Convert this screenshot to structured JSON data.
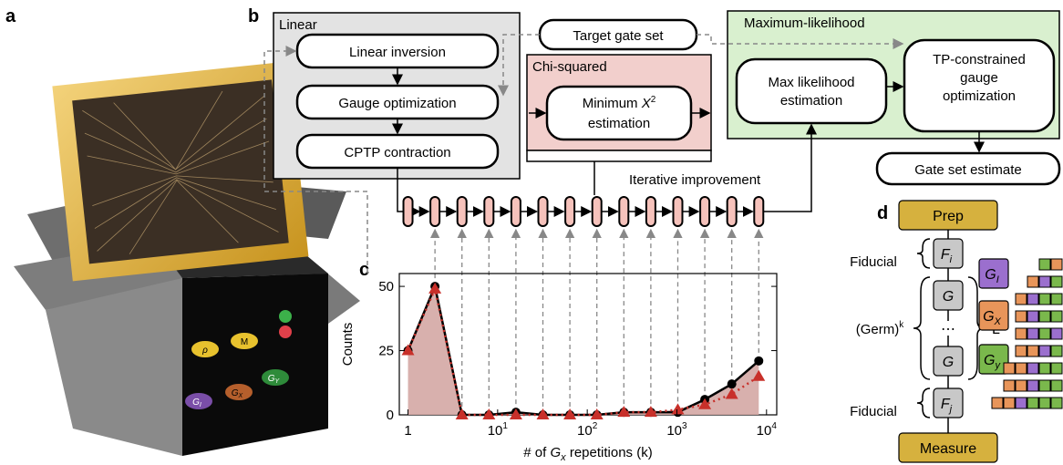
{
  "panel_labels": {
    "a": "a",
    "b": "b",
    "c": "c",
    "d": "d"
  },
  "box_labels": {
    "rho": "ρ",
    "m": "M",
    "gi": "G",
    "gi_sub": "I",
    "gx": "G",
    "gx_sub": "X",
    "gy": "G",
    "gy_sub": "Y"
  },
  "flowchart": {
    "linear_title": "Linear",
    "linear_inversion": "Linear inversion",
    "gauge_optimization": "Gauge optimization",
    "cptp_contraction": "CPTP contraction",
    "target_gate_set": "Target gate set",
    "chi_title": "Chi-squared",
    "min_x2_line1": "Minimum",
    "min_x2_x": "X",
    "min_x2_sup": "2",
    "min_x2_line2": "estimation",
    "ml_title": "Maximum-likelihood",
    "mle_line1": "Max likelihood",
    "mle_line2": "estimation",
    "tp_line1": "TP-constrained",
    "tp_line2": "gauge",
    "tp_line3": "optimization",
    "iterative": "Iterative improvement",
    "gate_set_estimate": "Gate set estimate"
  },
  "colors": {
    "linear_bg": "#e3e3e3",
    "chi_bg": "#f2cfcc",
    "ml_bg": "#d9f0cf",
    "capsule_fill": "#f6c2bb",
    "series_black": "#000000",
    "series_red": "#c8302a",
    "area_fill": "#d4a7a4",
    "prep_fill": "#d6b13e",
    "purple": "#9b6fce",
    "orange": "#e8955a",
    "green": "#7ab84c",
    "gray": "#c8c8c8"
  },
  "chart_data": {
    "type": "line",
    "xscale": "log",
    "xlabel_prefix": "# of ",
    "xlabel_var": "G",
    "xlabel_sub": "x",
    "xlabel_suffix": " repetitions (k)",
    "ylabel": "Counts",
    "xlim": [
      0.8,
      13000
    ],
    "ylim": [
      0,
      55
    ],
    "x_ticks": [
      {
        "v": 1,
        "base": "1",
        "exp": ""
      },
      {
        "v": 10,
        "base": "10",
        "exp": "1"
      },
      {
        "v": 100,
        "base": "10",
        "exp": "2"
      },
      {
        "v": 1000,
        "base": "10",
        "exp": "3"
      },
      {
        "v": 10000,
        "base": "10",
        "exp": "4"
      }
    ],
    "y_ticks": [
      0,
      25,
      50
    ],
    "x": [
      1,
      2,
      4,
      8,
      16,
      32,
      64,
      128,
      256,
      512,
      1024,
      2048,
      4096,
      8192
    ],
    "series": [
      {
        "values": [
          25,
          50,
          0,
          0,
          1,
          0,
          0,
          0,
          1,
          1,
          1,
          6,
          12,
          21
        ]
      },
      {
        "values": [
          25,
          49,
          0,
          0,
          0,
          0,
          0,
          0,
          1,
          1,
          2,
          4,
          8,
          15
        ]
      }
    ]
  },
  "circuit": {
    "prep": "Prep",
    "measure": "Measure",
    "fiducial_top": "Fiducial",
    "fiducial_bottom": "Fiducial",
    "fi": "F",
    "fi_sub": "i",
    "fj": "F",
    "fj_sub": "j",
    "g_top": "G",
    "g_bottom": "G",
    "ellipsis": "⋯",
    "germ": "(Germ)",
    "germ_sup": "k",
    "l": "L",
    "legend_gi": "G",
    "legend_gi_sub": "I",
    "legend_gx": "G",
    "legend_gx_sub": "X",
    "legend_gy": "G",
    "legend_gy_sub": "y"
  },
  "germ_rows": [
    [
      "green",
      "orange"
    ],
    [
      "orange",
      "purple",
      "green"
    ],
    [
      "orange",
      "purple",
      "green",
      "green"
    ],
    [
      "orange",
      "purple",
      "green",
      "green"
    ],
    [
      "orange",
      "purple",
      "green",
      "purple"
    ],
    [
      "orange",
      "orange",
      "purple",
      "green"
    ],
    [
      "orange",
      "orange",
      "purple",
      "green",
      "green"
    ],
    [
      "orange",
      "orange",
      "purple",
      "green",
      "green"
    ],
    [
      "orange",
      "orange",
      "purple",
      "green",
      "green",
      "green"
    ]
  ]
}
